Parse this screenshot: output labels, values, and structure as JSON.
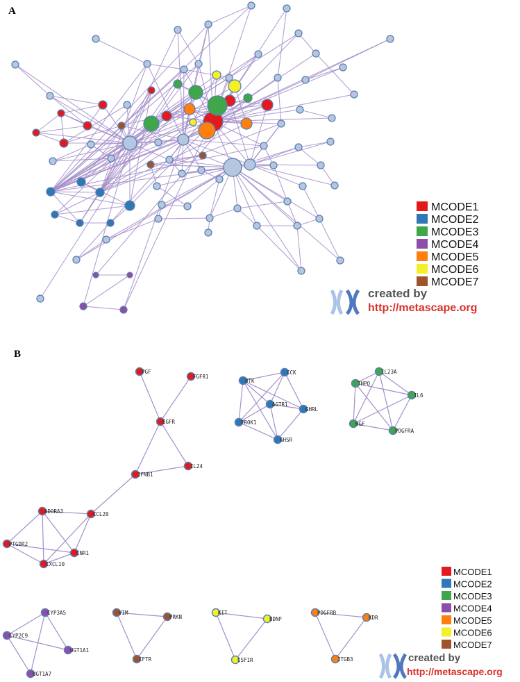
{
  "panel_a": {
    "label": "A",
    "legend": [
      {
        "label": "MCODE1",
        "color": "#e31a1c"
      },
      {
        "label": "MCODE2",
        "color": "#2f78b5"
      },
      {
        "label": "MCODE3",
        "color": "#3fa64a"
      },
      {
        "label": "MCODE4",
        "color": "#8e4ea8"
      },
      {
        "label": "MCODE5",
        "color": "#ff7f0e"
      },
      {
        "label": "MCODE6",
        "color": "#f5ef2a"
      },
      {
        "label": "MCODE7",
        "color": "#a0522d"
      }
    ],
    "credit": {
      "created_by": "created by",
      "url": "http://metascape.org"
    }
  },
  "panel_b": {
    "label": "B",
    "legend": [
      {
        "label": "MCODE1",
        "color": "#e31a1c"
      },
      {
        "label": "MCODE2",
        "color": "#2f78b5"
      },
      {
        "label": "MCODE3",
        "color": "#3fa64a"
      },
      {
        "label": "MCODE4",
        "color": "#8e4ea8"
      },
      {
        "label": "MCODE5",
        "color": "#ff7f0e"
      },
      {
        "label": "MCODE6",
        "color": "#f5ef2a"
      },
      {
        "label": "MCODE7",
        "color": "#a0522d"
      }
    ],
    "credit": {
      "created_by": "created by",
      "url": "http://metascape.org"
    },
    "clusters": [
      {
        "color": "#e31a1c",
        "genes": [
          "PGF",
          "FGFR1",
          "EGFR",
          "IL24",
          "IFNB1",
          "CCL20",
          "ADORA3",
          "PTGDR2",
          "CNR1",
          "CXCL10"
        ]
      },
      {
        "color": "#2f78b5",
        "genes": [
          "BTK",
          "CCK",
          "AGTR1",
          "GHRL",
          "PROK1",
          "GHSR"
        ]
      },
      {
        "color": "#3fa64a",
        "genes": [
          "IL23A",
          "THPO",
          "IL6",
          "HGF",
          "PDGFRA"
        ]
      },
      {
        "color": "#8e4ea8",
        "genes": [
          "CYP3A5",
          "CYP2C9",
          "UGT1A1",
          "UGT1A7"
        ]
      },
      {
        "color": "#a0522d",
        "genes": [
          "VIM",
          "PRKN",
          "CFTR"
        ]
      },
      {
        "color": "#f5ef2a",
        "genes": [
          "KIT",
          "BDNF",
          "CSF1R"
        ]
      },
      {
        "color": "#ff7f0e",
        "genes": [
          "PDGFRB",
          "KDR",
          "ITGB3"
        ]
      }
    ]
  },
  "colors": {
    "edge": "#a48fc9",
    "node_default": "#b4c6e0",
    "node_stroke": "#5b7fb0"
  }
}
